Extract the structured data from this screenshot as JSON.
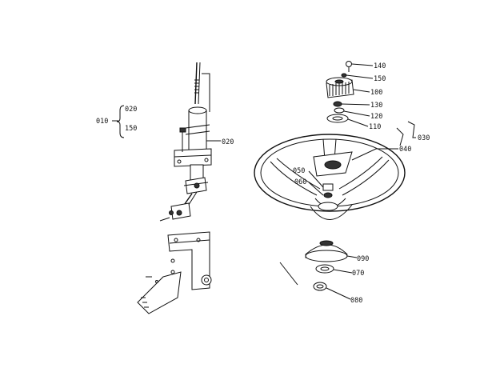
{
  "labels": {
    "p010": "010",
    "p020_brace": "020",
    "p150_brace": "150",
    "p020_column": "020",
    "p030": "030",
    "p040": "040",
    "p050": "050",
    "p060": "060",
    "p070": "070",
    "p080": "080",
    "p090": "090",
    "p100": "100",
    "p110": "110",
    "p120": "120",
    "p130": "130",
    "p140": "140",
    "p150": "150"
  },
  "colors": {
    "ink": "#111111",
    "paper": "#ffffff"
  }
}
